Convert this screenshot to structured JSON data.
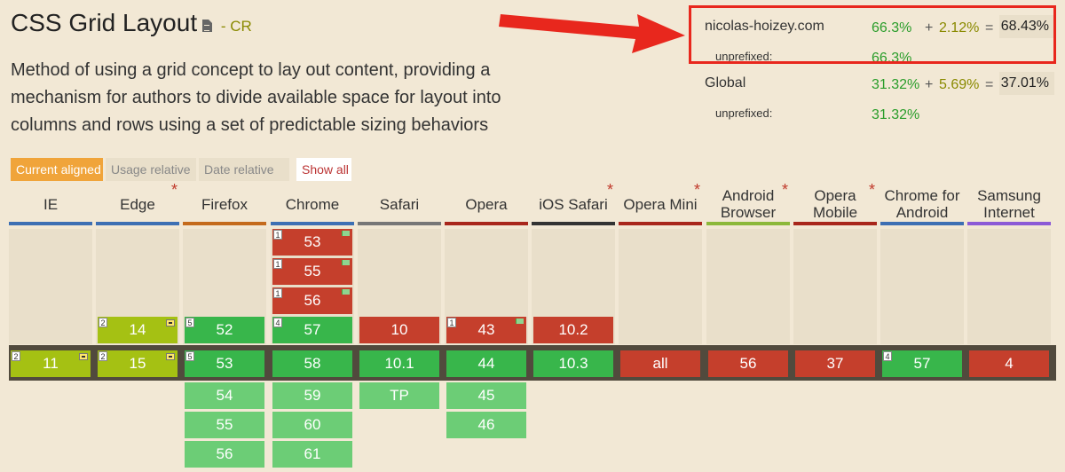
{
  "feature": {
    "title": "CSS Grid Layout",
    "status": "- CR",
    "description_lines": [
      "Method of using a grid concept to lay out content, providing a",
      "mechanism for authors to divide available space for layout into",
      "columns and rows using a set of predictable sizing behaviors"
    ]
  },
  "stats": {
    "site": {
      "name": "nicolas-hoizey.com",
      "supported": "66.3%",
      "plus": "+",
      "partial": "2.12%",
      "equals": "=",
      "total": "68.43%"
    },
    "site_unprefixed": {
      "label": "unprefixed:",
      "value": "66.3%"
    },
    "global": {
      "name": "Global",
      "supported": "31.32%",
      "plus": "+",
      "partial": "5.69%",
      "equals": "=",
      "total": "37.01%"
    },
    "global_unprefixed": {
      "label": "unprefixed:",
      "value": "31.32%"
    }
  },
  "tabs": {
    "current_aligned": "Current aligned",
    "usage_relative": "Usage relative",
    "date_relative": "Date relative",
    "show_all": "Show all"
  },
  "colors": {
    "supported": "#38b64b",
    "unsupported": "#c53f2c",
    "partial": "#a5c113",
    "future": "#6ccd76",
    "highlight": "#e8271d",
    "accent": "#f0a43a"
  },
  "browsers": [
    {
      "name": "IE",
      "star": false,
      "line": "#3d6fb3",
      "cells": [
        {
          "row": 4,
          "v": "11",
          "s": "lime",
          "note": "2",
          "minus": true
        }
      ]
    },
    {
      "name": "Edge",
      "star": true,
      "line": "#3d6fb3",
      "cells": [
        {
          "row": 3,
          "v": "14",
          "s": "lime",
          "note": "2",
          "minus": true
        },
        {
          "row": 4,
          "v": "15",
          "s": "lime",
          "note": "2",
          "minus": true
        }
      ]
    },
    {
      "name": "Firefox",
      "star": false,
      "line": "#c46a1c",
      "cells": [
        {
          "row": 3,
          "v": "52",
          "s": "green",
          "note": "5"
        },
        {
          "row": 4,
          "v": "53",
          "s": "green",
          "note": "5"
        },
        {
          "row": 5,
          "v": "54",
          "s": "lgreen"
        },
        {
          "row": 6,
          "v": "55",
          "s": "lgreen"
        },
        {
          "row": 7,
          "v": "56",
          "s": "lgreen"
        }
      ]
    },
    {
      "name": "Chrome",
      "star": false,
      "line": "#3d6fb3",
      "cells": [
        {
          "row": 0,
          "v": "53",
          "s": "red",
          "note": "1",
          "flag": true
        },
        {
          "row": 1,
          "v": "55",
          "s": "red",
          "note": "1",
          "flag": true
        },
        {
          "row": 2,
          "v": "56",
          "s": "red",
          "note": "1",
          "flag": true
        },
        {
          "row": 3,
          "v": "57",
          "s": "green",
          "note": "4"
        },
        {
          "row": 4,
          "v": "58",
          "s": "green"
        },
        {
          "row": 5,
          "v": "59",
          "s": "lgreen"
        },
        {
          "row": 6,
          "v": "60",
          "s": "lgreen"
        },
        {
          "row": 7,
          "v": "61",
          "s": "lgreen"
        }
      ]
    },
    {
      "name": "Safari",
      "star": false,
      "line": "#777777",
      "cells": [
        {
          "row": 3,
          "v": "10",
          "s": "red"
        },
        {
          "row": 4,
          "v": "10.1",
          "s": "green"
        },
        {
          "row": 5,
          "v": "TP",
          "s": "lgreen"
        }
      ]
    },
    {
      "name": "Opera",
      "star": false,
      "line": "#a8261b",
      "cells": [
        {
          "row": 3,
          "v": "43",
          "s": "red",
          "note": "1",
          "flag": true
        },
        {
          "row": 4,
          "v": "44",
          "s": "green"
        },
        {
          "row": 5,
          "v": "45",
          "s": "lgreen"
        },
        {
          "row": 6,
          "v": "46",
          "s": "lgreen"
        }
      ]
    },
    {
      "name": "iOS Safari",
      "star": true,
      "line": "#333333",
      "cells": [
        {
          "row": 3,
          "v": "10.2",
          "s": "red"
        },
        {
          "row": 4,
          "v": "10.3",
          "s": "green"
        }
      ]
    },
    {
      "name": "Opera Mini",
      "star": true,
      "line": "#a8261b",
      "cells": [
        {
          "row": 4,
          "v": "all",
          "s": "red"
        }
      ]
    },
    {
      "name": "Android Browser",
      "star": true,
      "line": "#8cb83a",
      "cells": [
        {
          "row": 4,
          "v": "56",
          "s": "red"
        }
      ]
    },
    {
      "name": "Opera Mobile",
      "star": true,
      "line": "#a8261b",
      "cells": [
        {
          "row": 4,
          "v": "37",
          "s": "red"
        }
      ]
    },
    {
      "name": "Chrome for Android",
      "star": false,
      "line": "#3d6fb3",
      "cells": [
        {
          "row": 4,
          "v": "57",
          "s": "green",
          "note": "4"
        }
      ]
    },
    {
      "name": "Samsung Internet",
      "star": false,
      "line": "#8c5ad6",
      "cells": [
        {
          "row": 4,
          "v": "4",
          "s": "red"
        }
      ]
    }
  ]
}
